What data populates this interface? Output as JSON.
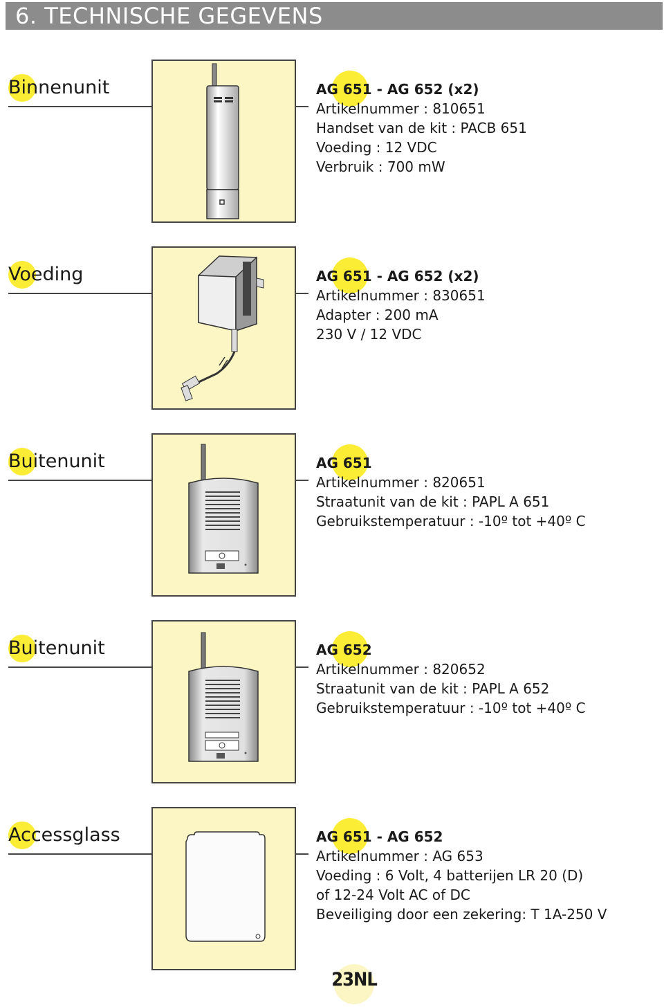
{
  "header": {
    "title": "6. TECHNISCHE GEGEVENS"
  },
  "sections": [
    {
      "label": "Binnenunit",
      "lines": [
        "AG 651 - AG 652 (x2)",
        "Artikelnummer : 810651",
        "Handset van de kit : PACB 651",
        "Voeding : 12 VDC",
        "Verbruik : 700 mW"
      ]
    },
    {
      "label": "Voeding",
      "lines": [
        "AG 651 - AG 652 (x2)",
        "Artikelnummer : 830651",
        "Adapter : 200 mA",
        "230 V / 12 VDC"
      ]
    },
    {
      "label": "Buitenunit",
      "lines": [
        "AG 651",
        "Artikelnummer : 820651",
        "Straatunit van de kit : PAPL A 651",
        "Gebruikstemperatuur : -10º tot +40º C"
      ]
    },
    {
      "label": "Buitenunit",
      "lines": [
        "AG 652",
        "Artikelnummer : 820652",
        "Straatunit van de kit : PAPL A 652",
        "Gebruikstemperatuur : -10º tot +40º C"
      ]
    },
    {
      "label": "Accessglass",
      "lines": [
        "AG 651 - AG 652",
        "Artikelnummer : AG 653",
        "Voeding : 6 Volt, 4 batterijen LR 20 (D)",
        "of 12-24 Volt AC of DC",
        "Beveiliging door een zekering: T 1A-250 V"
      ]
    }
  ],
  "footer": {
    "page_number": "23NL"
  },
  "colors": {
    "header_bg": "#8c8c8c",
    "highlight": "#fbec36",
    "image_box_bg": "#fbf6c3"
  },
  "icons": [
    "handset-icon",
    "power-adapter-icon",
    "outdoor-unit-icon",
    "outdoor-unit-two-button-icon",
    "accessglass-box-icon"
  ]
}
